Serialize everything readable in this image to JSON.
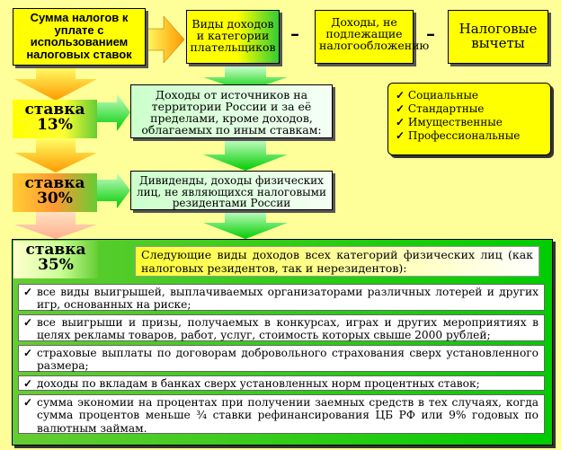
{
  "top_boxes": {
    "taxes": "Сумма налогов к уплате с использованием налоговых ставок",
    "types": "Виды доходов и категории плательщиков",
    "not_taxed": "Доходы, не подлежащие налогообложению",
    "deductions": "Налоговые вычеты"
  },
  "separators": [
    "–",
    "–"
  ],
  "deductions_list": [
    "Социальные",
    "Стандартные",
    "Имущественные",
    "Профессиональные"
  ],
  "check_glyph": "✓",
  "rates": [
    {
      "label": "ставка",
      "value": "13%"
    },
    {
      "label": "ставка",
      "value": "30%"
    },
    {
      "label": "ставка",
      "value": "35%"
    }
  ],
  "rate13_text": "Доходы от источников на территории России и за её пределами, кроме доходов, облагаемых по иным ставкам:",
  "rate30_text": "Дивиденды, доходы физических лиц, не являющихся налоговыми резидентами России",
  "rate35_header": "Следующие виды доходов всех категорий физических лиц (как налоговых резидентов, так и нерезидентов):",
  "rate35_items": [
    "все виды выигрышей, выплачиваемых организаторами различных лотерей и других игр, основанных на риске;",
    "все выигрыши и призы, получаемых в конкурсах, играх и других мероприятиях в целях рекламы товаров, работ, услуг, стоимость которых свыше 2000 рублей;",
    "страховые выплаты по договорам добровольного страхования сверх установленного размера;",
    "доходы по вкладам в банках сверх установленных норм процентных ставок;",
    "сумма экономии на процентах при получении заемных средств в тех случаях, когда сумма процентов меньше ¾ ставки рефинансирования ЦБ РФ или 9% годовых по валютным займам."
  ]
}
